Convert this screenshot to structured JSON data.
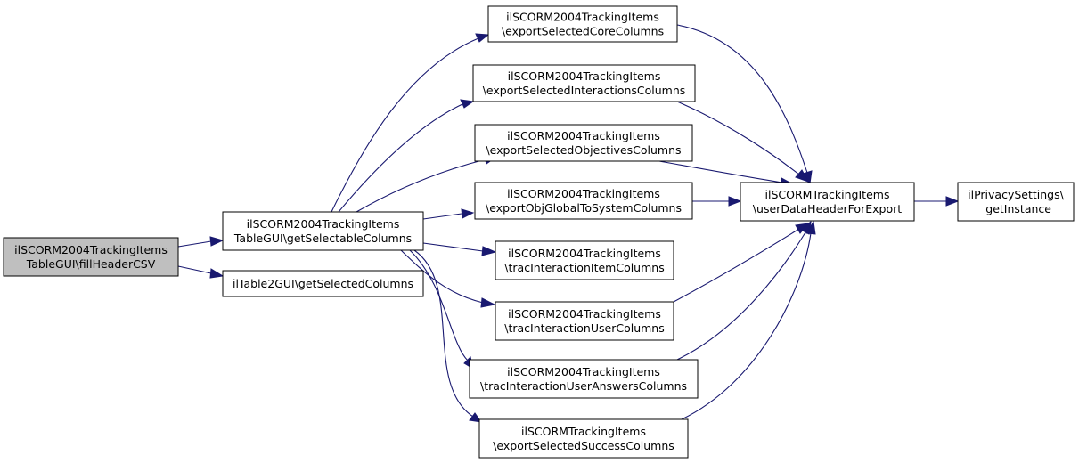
{
  "diagram": {
    "kind": "call-graph",
    "colors": {
      "edge": "#191970",
      "node_fill": "#ffffff",
      "root_fill": "#bfbfbf",
      "border": "#000000"
    },
    "nodes": [
      {
        "id": "fillHeaderCSV",
        "highlight": true,
        "lines": [
          "ilSCORM2004TrackingItems",
          "TableGUI\\fillHeaderCSV"
        ]
      },
      {
        "id": "getSelectableColumns",
        "lines": [
          "ilSCORM2004TrackingItems",
          "TableGUI\\getSelectableColumns"
        ]
      },
      {
        "id": "getSelectedColumns",
        "lines": [
          "ilTable2GUI\\getSelectedColumns"
        ]
      },
      {
        "id": "exportSelectedCoreColumns",
        "lines": [
          "ilSCORM2004TrackingItems",
          "\\exportSelectedCoreColumns"
        ]
      },
      {
        "id": "exportSelectedInteractionsColumns",
        "lines": [
          "ilSCORM2004TrackingItems",
          "\\exportSelectedInteractionsColumns"
        ]
      },
      {
        "id": "exportSelectedObjectivesColumns",
        "lines": [
          "ilSCORM2004TrackingItems",
          "\\exportSelectedObjectivesColumns"
        ]
      },
      {
        "id": "exportObjGlobalToSystemColumns",
        "lines": [
          "ilSCORM2004TrackingItems",
          "\\exportObjGlobalToSystemColumns"
        ]
      },
      {
        "id": "tracInteractionItemColumns",
        "lines": [
          "ilSCORM2004TrackingItems",
          "\\tracInteractionItemColumns"
        ]
      },
      {
        "id": "tracInteractionUserColumns",
        "lines": [
          "ilSCORM2004TrackingItems",
          "\\tracInteractionUserColumns"
        ]
      },
      {
        "id": "tracInteractionUserAnswersColumns",
        "lines": [
          "ilSCORM2004TrackingItems",
          "\\tracInteractionUserAnswersColumns"
        ]
      },
      {
        "id": "exportSelectedSuccessColumns",
        "lines": [
          "ilSCORMTrackingItems",
          "\\exportSelectedSuccessColumns"
        ]
      },
      {
        "id": "userDataHeaderForExport",
        "lines": [
          "ilSCORMTrackingItems",
          "\\userDataHeaderForExport"
        ]
      },
      {
        "id": "getInstance",
        "lines": [
          "ilPrivacySettings\\",
          "_getInstance"
        ]
      }
    ],
    "edges": [
      {
        "from": "fillHeaderCSV",
        "to": "getSelectableColumns"
      },
      {
        "from": "fillHeaderCSV",
        "to": "getSelectedColumns"
      },
      {
        "from": "getSelectableColumns",
        "to": "exportSelectedCoreColumns"
      },
      {
        "from": "getSelectableColumns",
        "to": "exportSelectedInteractionsColumns"
      },
      {
        "from": "getSelectableColumns",
        "to": "exportSelectedObjectivesColumns"
      },
      {
        "from": "getSelectableColumns",
        "to": "exportObjGlobalToSystemColumns"
      },
      {
        "from": "getSelectableColumns",
        "to": "tracInteractionItemColumns"
      },
      {
        "from": "getSelectableColumns",
        "to": "tracInteractionUserColumns"
      },
      {
        "from": "getSelectableColumns",
        "to": "tracInteractionUserAnswersColumns"
      },
      {
        "from": "getSelectableColumns",
        "to": "exportSelectedSuccessColumns"
      },
      {
        "from": "exportSelectedCoreColumns",
        "to": "userDataHeaderForExport"
      },
      {
        "from": "exportSelectedInteractionsColumns",
        "to": "userDataHeaderForExport"
      },
      {
        "from": "exportSelectedObjectivesColumns",
        "to": "userDataHeaderForExport"
      },
      {
        "from": "exportObjGlobalToSystemColumns",
        "to": "userDataHeaderForExport"
      },
      {
        "from": "tracInteractionUserColumns",
        "to": "userDataHeaderForExport"
      },
      {
        "from": "tracInteractionUserAnswersColumns",
        "to": "userDataHeaderForExport"
      },
      {
        "from": "exportSelectedSuccessColumns",
        "to": "userDataHeaderForExport"
      },
      {
        "from": "userDataHeaderForExport",
        "to": "getInstance"
      }
    ]
  }
}
